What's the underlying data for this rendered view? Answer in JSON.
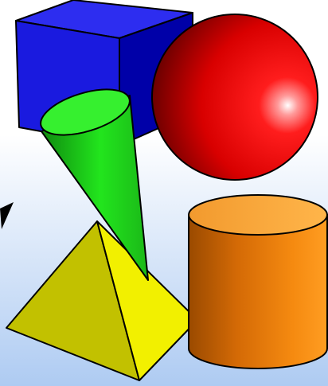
{
  "scene": {
    "background_top": "#ffffff",
    "background_bottom": "#aecbf2",
    "shapes": [
      {
        "name": "cube",
        "color": "#1a1adf"
      },
      {
        "name": "sphere",
        "color": "#e00000"
      },
      {
        "name": "cone",
        "color": "#22e51d"
      },
      {
        "name": "pyramid",
        "color": "#f2f000"
      },
      {
        "name": "cylinder",
        "color": "#f07a05"
      }
    ],
    "outline_color": "#000000"
  }
}
